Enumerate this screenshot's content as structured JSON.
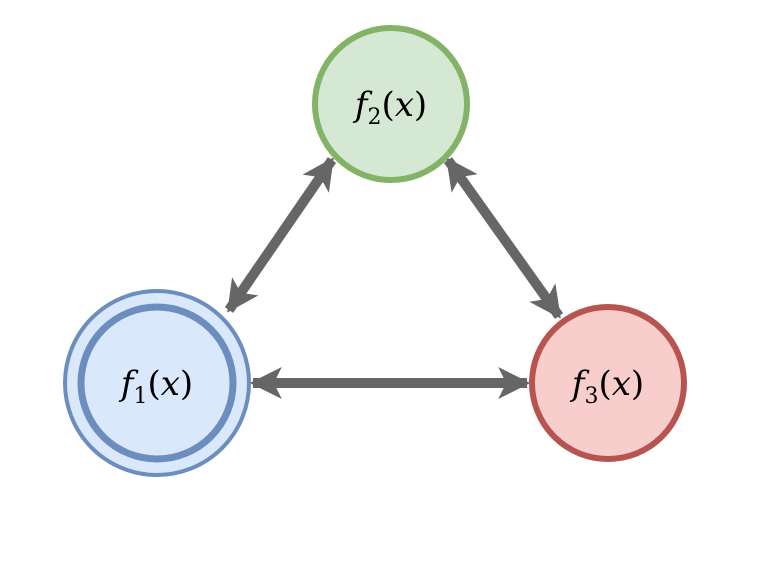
{
  "nodes": [
    {
      "id": "f1",
      "fn": "f",
      "sub": "1",
      "var": "x",
      "fill": "#dae8fc",
      "stroke": "#6c8ebf",
      "double_border": true
    },
    {
      "id": "f2",
      "fn": "f",
      "sub": "2",
      "var": "x",
      "fill": "#d5e8d4",
      "stroke": "#82b366",
      "double_border": false
    },
    {
      "id": "f3",
      "fn": "f",
      "sub": "3",
      "var": "x",
      "fill": "#f8cecc",
      "stroke": "#b85450",
      "double_border": false
    }
  ],
  "edges": [
    {
      "from": "f1",
      "to": "f2",
      "bidirectional": true
    },
    {
      "from": "f2",
      "to": "f3",
      "bidirectional": true
    },
    {
      "from": "f1",
      "to": "f3",
      "bidirectional": true
    }
  ],
  "edge_color": "#666666"
}
